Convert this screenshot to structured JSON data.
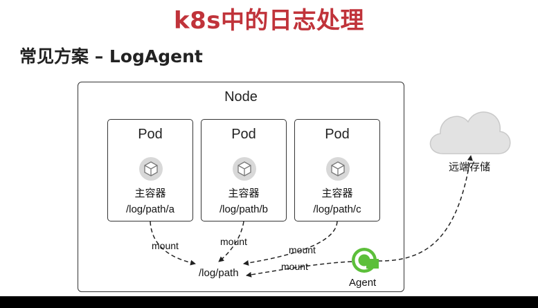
{
  "title": "k8s中的日志处理",
  "subtitle": "常见方案 – LogAgent",
  "node": {
    "label": "Node"
  },
  "pods": [
    {
      "title": "Pod",
      "role": "主容器",
      "path": "/log/path/a"
    },
    {
      "title": "Pod",
      "role": "主容器",
      "path": "/log/path/b"
    },
    {
      "title": "Pod",
      "role": "主容器",
      "path": "/log/path/c"
    }
  ],
  "edges": {
    "mount_label": "mount"
  },
  "host_path": "/log/path",
  "agent": {
    "label": "Agent",
    "color": "#5cbf3a"
  },
  "remote_storage": {
    "label": "远端存储"
  },
  "colors": {
    "title": "#c0333a",
    "cloud": "#e2e2e2"
  }
}
